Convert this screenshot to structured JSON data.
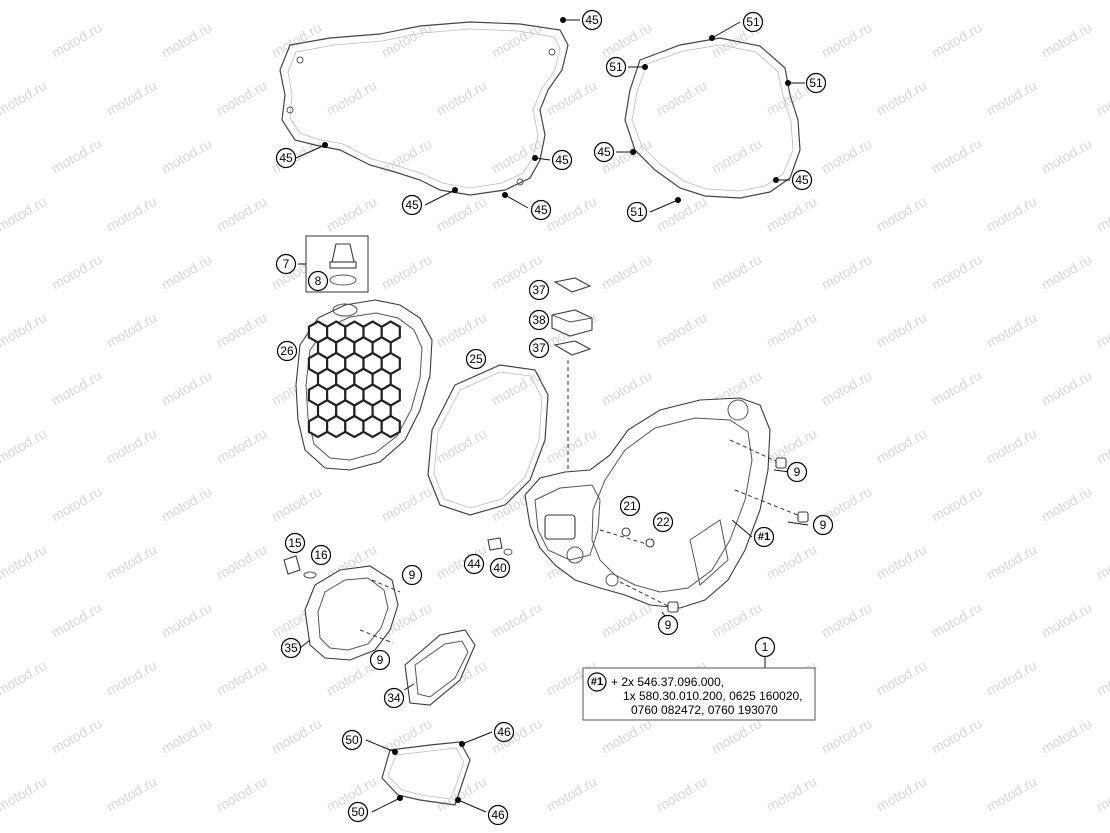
{
  "watermark": "motod.ru",
  "callouts": [
    {
      "id": "c45a",
      "label": "45"
    },
    {
      "id": "c45b",
      "label": "45"
    },
    {
      "id": "c45c",
      "label": "45"
    },
    {
      "id": "c45d",
      "label": "45"
    },
    {
      "id": "c45e",
      "label": "45"
    },
    {
      "id": "c45f",
      "label": "45"
    },
    {
      "id": "c45g",
      "label": "45"
    },
    {
      "id": "c51a",
      "label": "51"
    },
    {
      "id": "c51b",
      "label": "51"
    },
    {
      "id": "c51c",
      "label": "51"
    },
    {
      "id": "c51d",
      "label": "51"
    },
    {
      "id": "c7",
      "label": "7"
    },
    {
      "id": "c8",
      "label": "8"
    },
    {
      "id": "c26",
      "label": "26"
    },
    {
      "id": "c25",
      "label": "25"
    },
    {
      "id": "c37a",
      "label": "37"
    },
    {
      "id": "c38",
      "label": "38"
    },
    {
      "id": "c37b",
      "label": "37"
    },
    {
      "id": "c9a",
      "label": "9"
    },
    {
      "id": "c9b",
      "label": "9"
    },
    {
      "id": "c9c",
      "label": "9"
    },
    {
      "id": "c9d",
      "label": "9"
    },
    {
      "id": "c9e",
      "label": "9"
    },
    {
      "id": "c21",
      "label": "21"
    },
    {
      "id": "c22",
      "label": "22"
    },
    {
      "id": "c1ref",
      "label": "#1"
    },
    {
      "id": "c15",
      "label": "15"
    },
    {
      "id": "c16",
      "label": "16"
    },
    {
      "id": "c44",
      "label": "44"
    },
    {
      "id": "c40",
      "label": "40"
    },
    {
      "id": "c35",
      "label": "35"
    },
    {
      "id": "c34",
      "label": "34"
    },
    {
      "id": "c1",
      "label": "1"
    },
    {
      "id": "c50a",
      "label": "50"
    },
    {
      "id": "c50b",
      "label": "50"
    },
    {
      "id": "c46a",
      "label": "46"
    },
    {
      "id": "c46b",
      "label": "46"
    }
  ],
  "note": {
    "ref": "#1",
    "lines": [
      "+ 2x 546.37.096.000,",
      "1x 580.30.010.200, 0625 160020,",
      "0760 082472, 0760 193070"
    ]
  }
}
